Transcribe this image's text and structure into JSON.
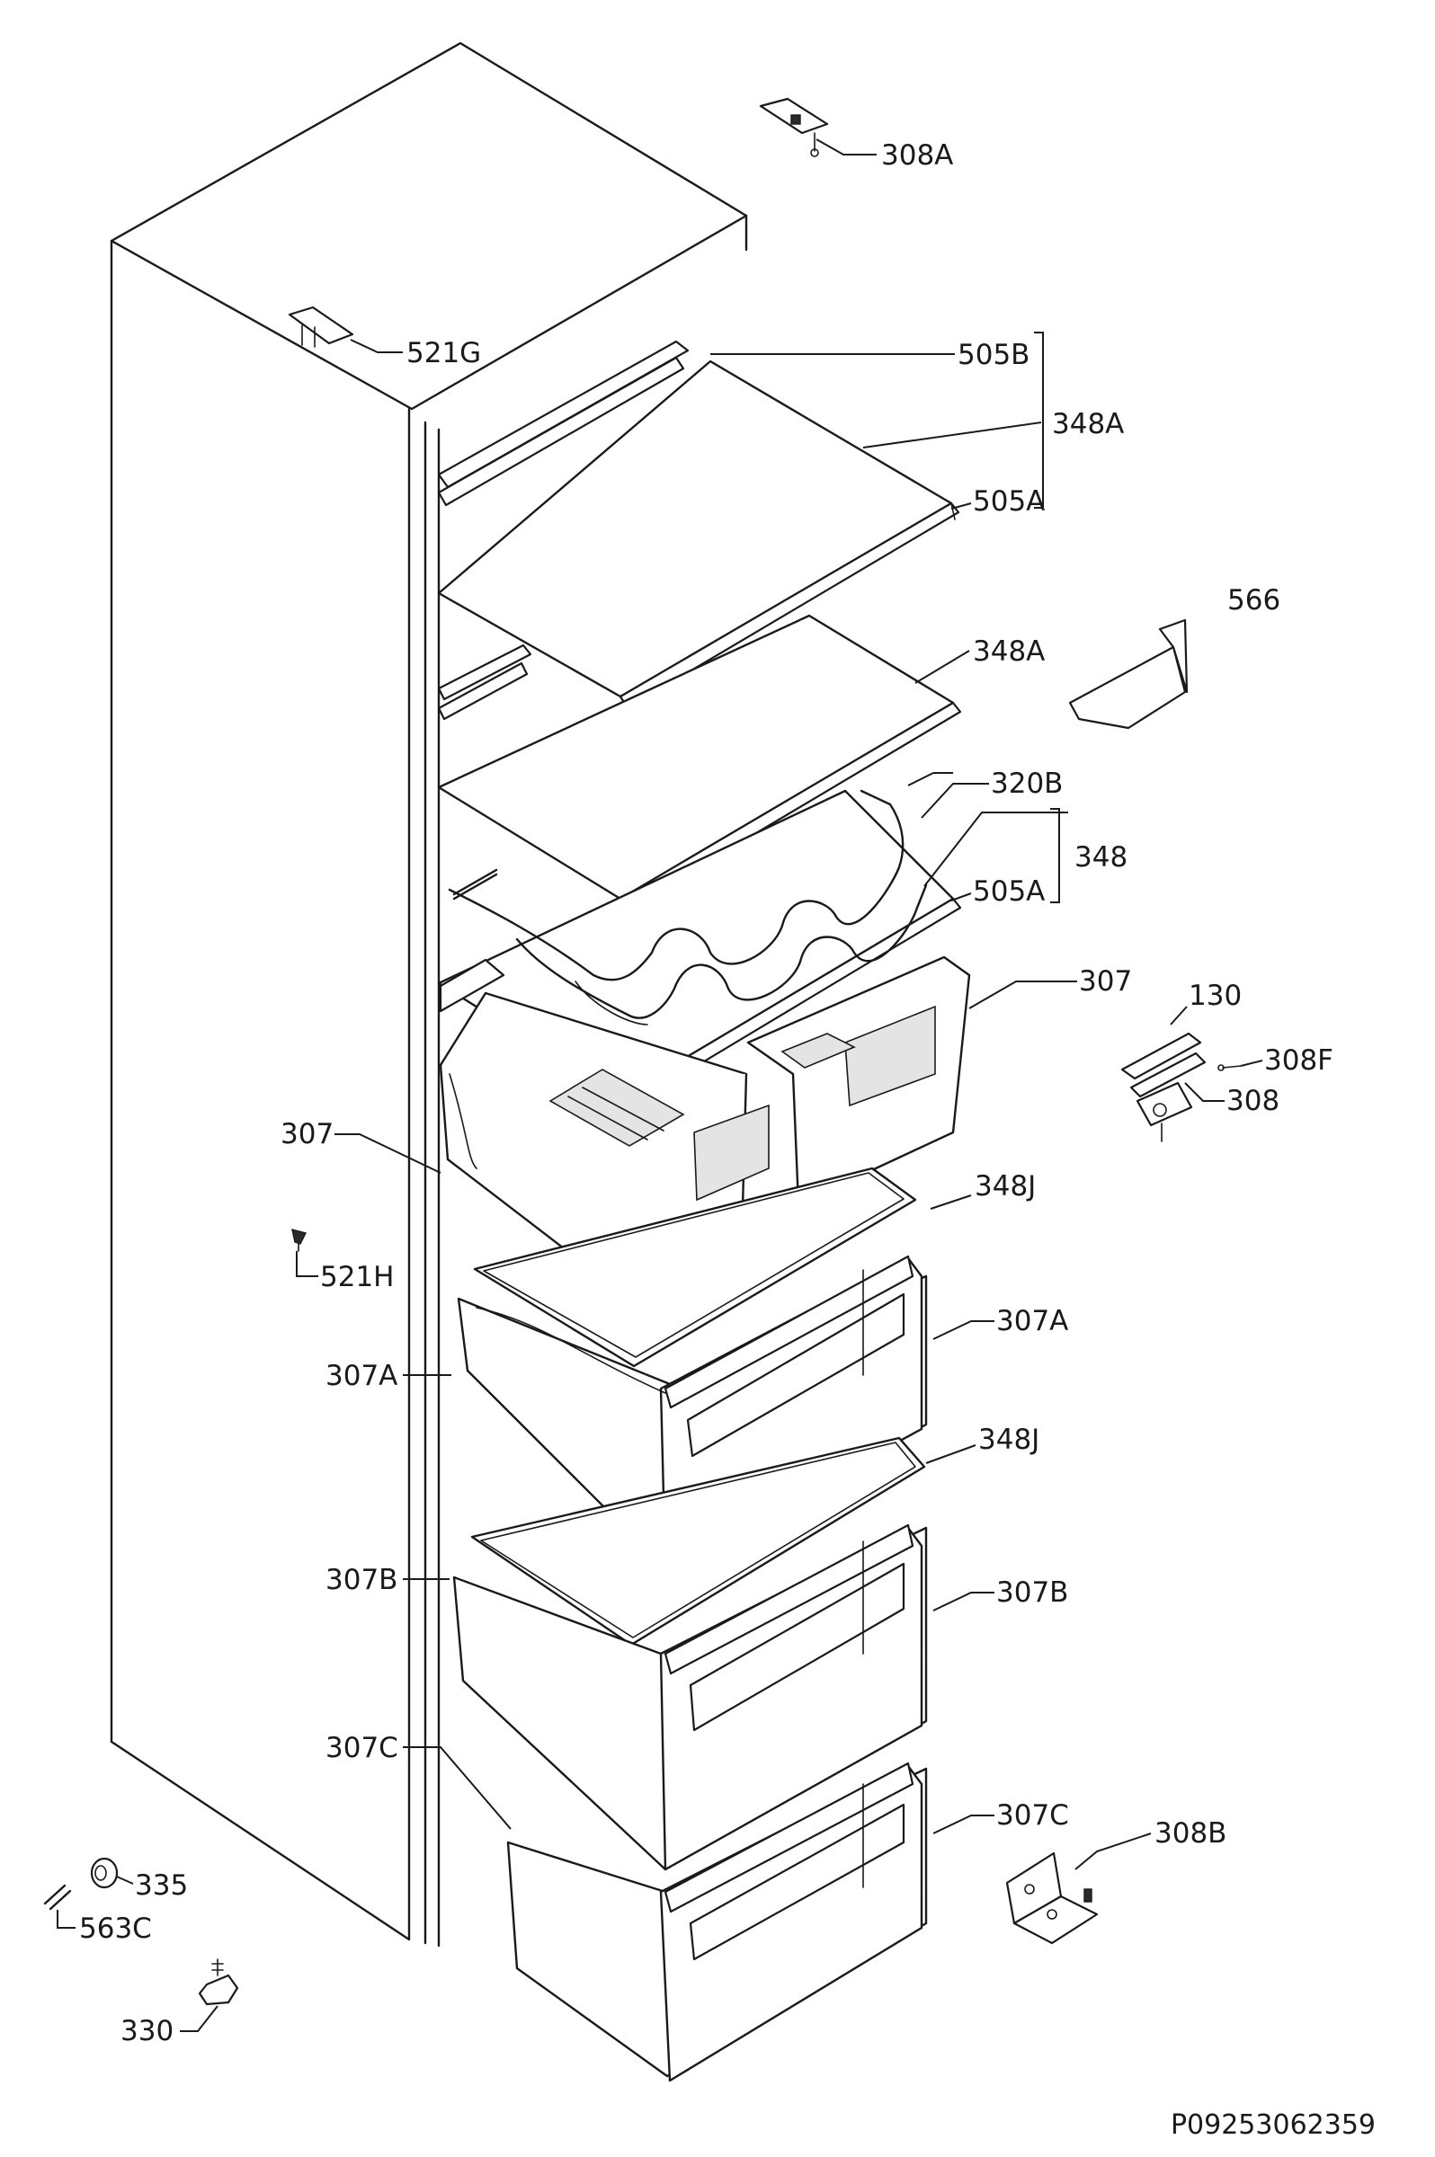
{
  "diagram": {
    "document_number": "P09253062359",
    "callouts": [
      {
        "id": "c308A",
        "text": "308A"
      },
      {
        "id": "c521G",
        "text": "521G"
      },
      {
        "id": "c505B",
        "text": "505B"
      },
      {
        "id": "c348A_1",
        "text": "348A"
      },
      {
        "id": "c505A_1",
        "text": "505A"
      },
      {
        "id": "c566",
        "text": "566"
      },
      {
        "id": "c348A_2",
        "text": "348A"
      },
      {
        "id": "c320B",
        "text": "320B"
      },
      {
        "id": "c348",
        "text": "348"
      },
      {
        "id": "c505A_2",
        "text": "505A"
      },
      {
        "id": "c307_r",
        "text": "307"
      },
      {
        "id": "c130",
        "text": "130"
      },
      {
        "id": "c308F",
        "text": "308F"
      },
      {
        "id": "c308",
        "text": "308"
      },
      {
        "id": "c307_l",
        "text": "307"
      },
      {
        "id": "c348J_1",
        "text": "348J"
      },
      {
        "id": "c521H",
        "text": "521H"
      },
      {
        "id": "c307A_r",
        "text": "307A"
      },
      {
        "id": "c307A_l",
        "text": "307A"
      },
      {
        "id": "c348J_2",
        "text": "348J"
      },
      {
        "id": "c307B_l",
        "text": "307B"
      },
      {
        "id": "c307B_r",
        "text": "307B"
      },
      {
        "id": "c307C_l",
        "text": "307C"
      },
      {
        "id": "c307C_r",
        "text": "307C"
      },
      {
        "id": "c308B",
        "text": "308B"
      },
      {
        "id": "c335",
        "text": "335"
      },
      {
        "id": "c563C",
        "text": "563C"
      },
      {
        "id": "c330",
        "text": "330"
      }
    ]
  }
}
